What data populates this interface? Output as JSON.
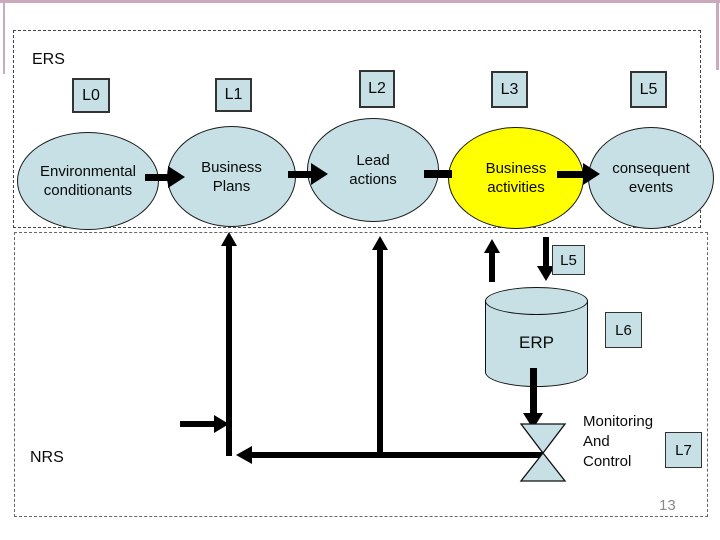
{
  "slide": {
    "page_number": "13"
  },
  "regions": {
    "ers_label": "ERS",
    "nrs_label": "NRS"
  },
  "ellipses": [
    {
      "name": "environmental-conditionants",
      "label": "Environmental\nconditionants"
    },
    {
      "name": "business-plans",
      "label": "Business\nPlans"
    },
    {
      "name": "lead-actions",
      "label": "Lead\nactions"
    },
    {
      "name": "business-activities",
      "label": "Business\nactivities"
    },
    {
      "name": "consequent-events",
      "label": "consequent\nevents"
    }
  ],
  "level_tags": [
    {
      "label": "L0"
    },
    {
      "label": "L1"
    },
    {
      "label": "L2"
    },
    {
      "label": "L3"
    },
    {
      "label": "L5"
    },
    {
      "label": "L5"
    },
    {
      "label": "L6"
    },
    {
      "label": "L7"
    }
  ],
  "erp": {
    "label": "ERP"
  },
  "monitoring": {
    "label": "Monitoring\nAnd\nControl"
  },
  "colors": {
    "shape_fill": "#c6e0e5",
    "highlight_fill": "#ffff00",
    "frame_pink": "#ccaabe",
    "line": "#000000"
  }
}
